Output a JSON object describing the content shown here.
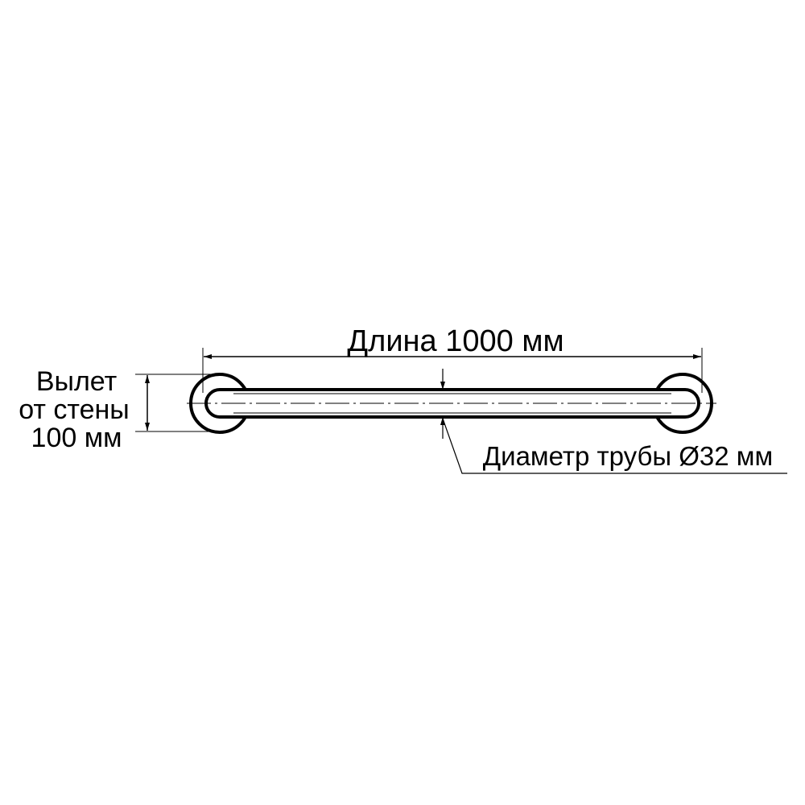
{
  "drawing": {
    "length_label": "Длина 1000 мм",
    "offset_label": {
      "line1": "Вылет",
      "line2": "от стены",
      "line3": "100 мм"
    },
    "diameter_label": "Диаметр трубы Ø32 мм"
  },
  "colors": {
    "line": "#000000",
    "background": "#ffffff"
  }
}
